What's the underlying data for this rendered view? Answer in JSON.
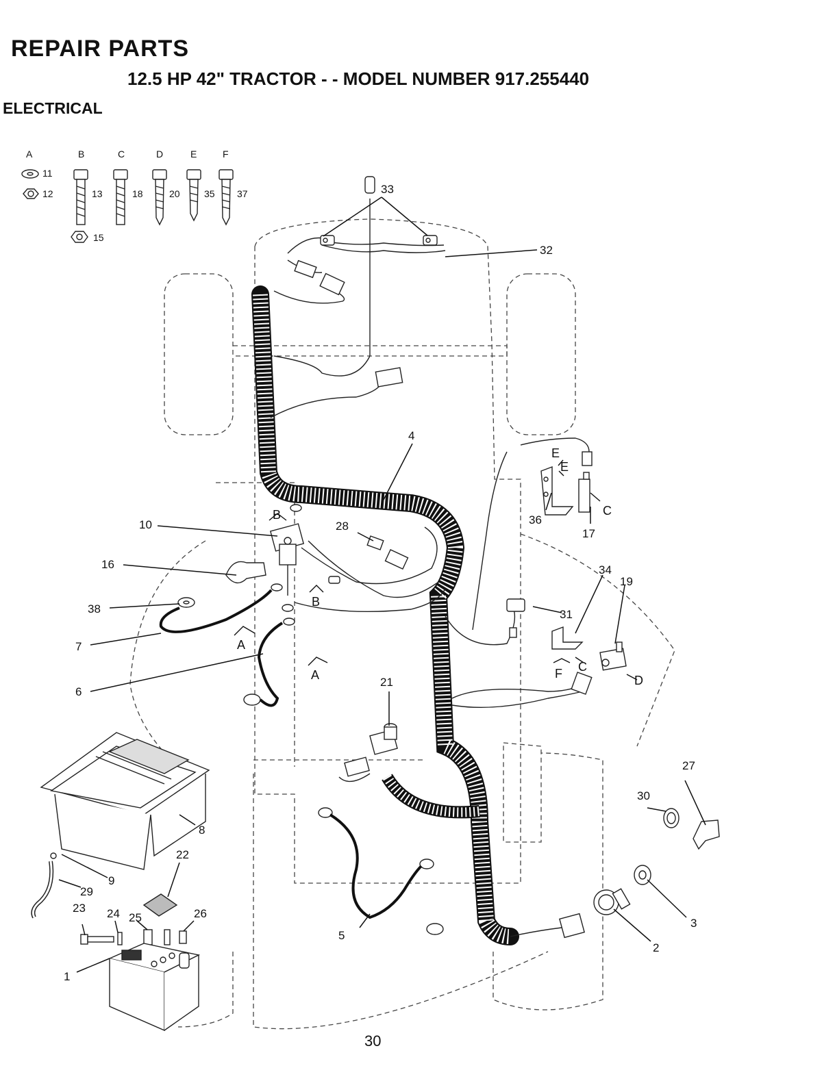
{
  "header": {
    "title": "REPAIR PARTS",
    "subtitle": "12.5 HP 42\" TRACTOR - - MODEL NUMBER 917.255440",
    "section": "ELECTRICAL"
  },
  "hardware_key": [
    {
      "letter": "A",
      "parts": [
        "11",
        "12"
      ]
    },
    {
      "letter": "B",
      "parts": [
        "13",
        "15"
      ]
    },
    {
      "letter": "C",
      "parts": [
        "18"
      ]
    },
    {
      "letter": "D",
      "parts": [
        "20"
      ]
    },
    {
      "letter": "E",
      "parts": [
        "35"
      ]
    },
    {
      "letter": "F",
      "parts": [
        "37"
      ]
    }
  ],
  "callouts": [
    "1",
    "2",
    "3",
    "4",
    "5",
    "6",
    "7",
    "8",
    "9",
    "10",
    "16",
    "17",
    "19",
    "21",
    "22",
    "23",
    "24",
    "25",
    "26",
    "27",
    "28",
    "29",
    "30",
    "31",
    "32",
    "33",
    "34",
    "36",
    "38"
  ],
  "hardware_tags": [
    "A",
    "A",
    "B",
    "B",
    "C",
    "C",
    "D",
    "E",
    "E",
    "F"
  ],
  "page_number": "30"
}
